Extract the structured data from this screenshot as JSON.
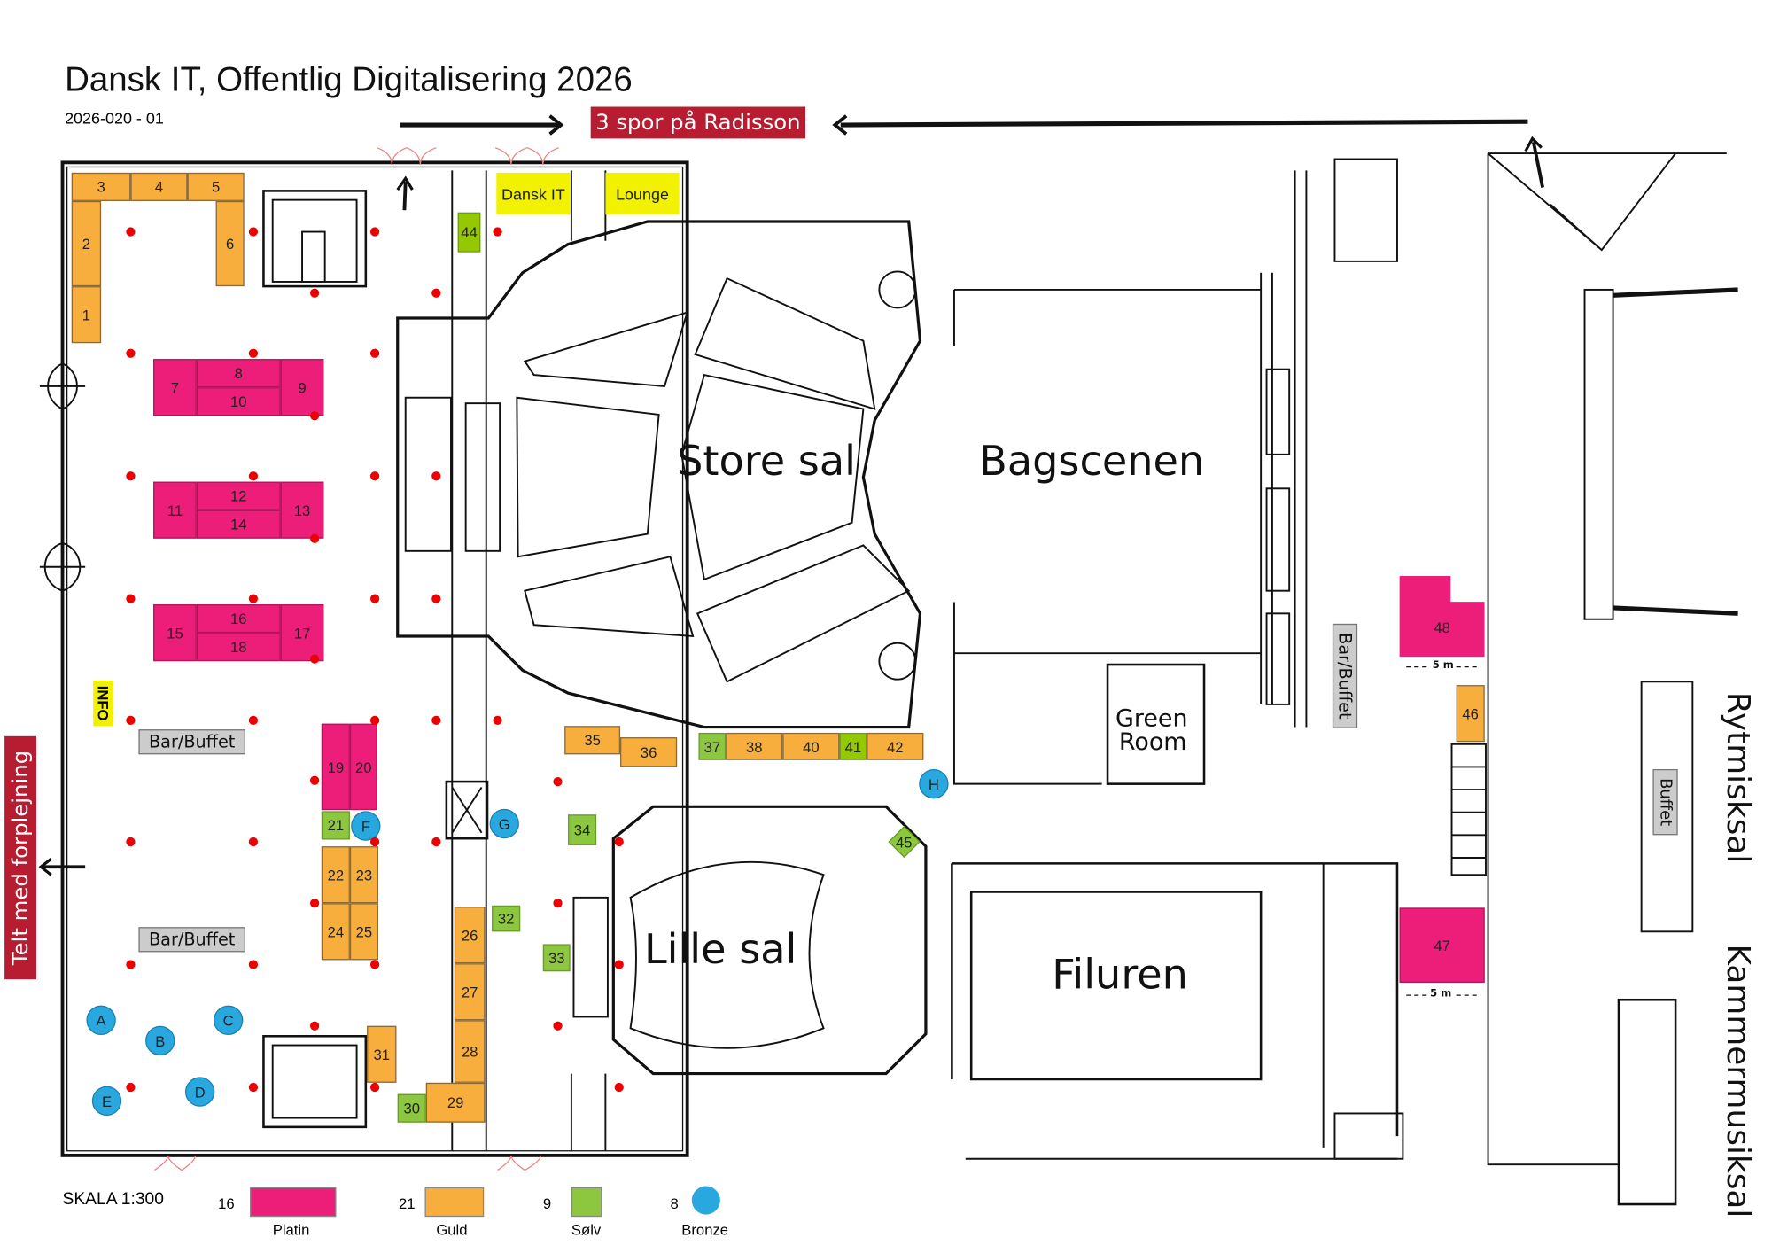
{
  "header": {
    "title": "Dansk IT, Offentlig Digitalisering 2026",
    "subtitle": "2026-020 - 01",
    "banner": "3 spor på Radisson"
  },
  "rooms": {
    "store_sal": "Store sal",
    "bagscenen": "Bagscenen",
    "lille_sal": "Lille sal",
    "filuren": "Filuren",
    "green_room_1": "Green",
    "green_room_2": "Room",
    "rytmisksal": "Rytmisksal",
    "kammermusiksal": "Kammermusiksal"
  },
  "labels": {
    "bar_buffet": "Bar/Buffet",
    "buffet": "Buffet",
    "info": "INFO",
    "telt": "Telt med forplejning",
    "dansk_it": "Dansk IT",
    "lounge": "Lounge",
    "five_m": "5 m"
  },
  "booths": {
    "b1": "1",
    "b2": "2",
    "b3": "3",
    "b4": "4",
    "b5": "5",
    "b6": "6",
    "b7": "7",
    "b8": "8",
    "b9": "9",
    "b10": "10",
    "b11": "11",
    "b12": "12",
    "b13": "13",
    "b14": "14",
    "b15": "15",
    "b16": "16",
    "b17": "17",
    "b18": "18",
    "b19": "19",
    "b20": "20",
    "b21": "21",
    "b22": "22",
    "b23": "23",
    "b24": "24",
    "b25": "25",
    "b26": "26",
    "b27": "27",
    "b28": "28",
    "b29": "29",
    "b30": "30",
    "b31": "31",
    "b32": "32",
    "b33": "33",
    "b34": "34",
    "b35": "35",
    "b36": "36",
    "b37": "37",
    "b38": "38",
    "b40": "40",
    "b41": "41",
    "b42": "42",
    "b44": "44",
    "b45": "45",
    "b46": "46",
    "b47": "47",
    "b48": "48"
  },
  "bronze_spots": {
    "A": "A",
    "B": "B",
    "C": "C",
    "D": "D",
    "E": "E",
    "F": "F",
    "G": "G",
    "H": "H"
  },
  "legend": {
    "scale": "SKALA 1:300",
    "items": [
      {
        "count": "16",
        "name": "Platin",
        "color": "#EC1E79"
      },
      {
        "count": "21",
        "name": "Guld",
        "color": "#F8AE3C"
      },
      {
        "count": "9",
        "name": "Sølv",
        "color": "#8DC63F"
      },
      {
        "count": "8",
        "name": "Bronze",
        "color": "#29A8E0"
      }
    ]
  },
  "colors": {
    "platin": "#EC1E79",
    "guld": "#F8AE3C",
    "solv": "#8DC63F",
    "bronze": "#29A8E0",
    "banner": "#B81C30",
    "yellow": "#F2F200"
  }
}
